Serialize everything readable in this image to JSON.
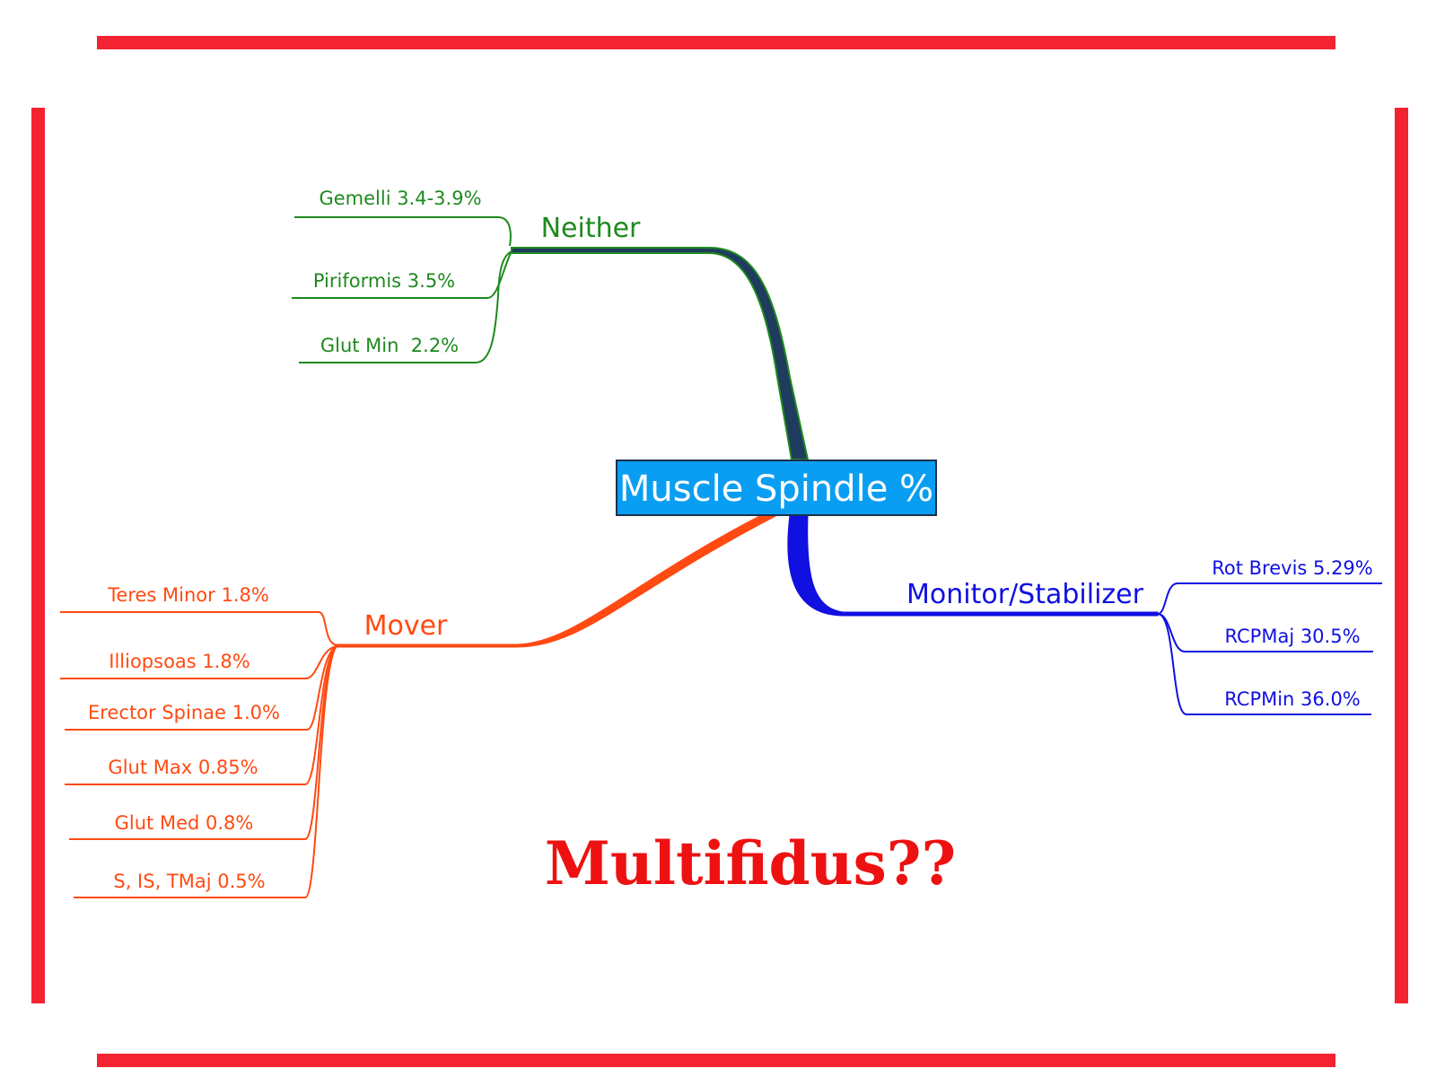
{
  "colors": {
    "frame": "#f42331",
    "root_fill": "#0a9ef2",
    "root_border": "#1d2f4a",
    "root_text": "#ffffff",
    "neither": "#1e8a1e",
    "neither_connector": "#1f3b5e",
    "mover": "#ff4a12",
    "monitor": "#1010e0",
    "question": "#ee1111"
  },
  "root": {
    "label": "Muscle Spindle %"
  },
  "branches": [
    {
      "id": "neither",
      "label": "Neither",
      "color_key": "neither",
      "leaves": [
        "Gemelli 3.4-3.9%",
        "Piriformis 3.5%",
        "Glut Min  2.2%"
      ]
    },
    {
      "id": "mover",
      "label": "Mover",
      "color_key": "mover",
      "leaves": [
        "Teres Minor 1.8%",
        "Illiopsoas 1.8%",
        "Erector Spinae 1.0%",
        "Glut Max 0.85%",
        "Glut Med 0.8%",
        "S, IS, TMaj 0.5%"
      ]
    },
    {
      "id": "monitor",
      "label": "Monitor/Stabilizer",
      "color_key": "monitor",
      "leaves": [
        "Rot Brevis 5.29%",
        "RCPMaj 30.5%",
        "RCPMin 36.0%"
      ]
    }
  ],
  "question": "Multifidus??"
}
